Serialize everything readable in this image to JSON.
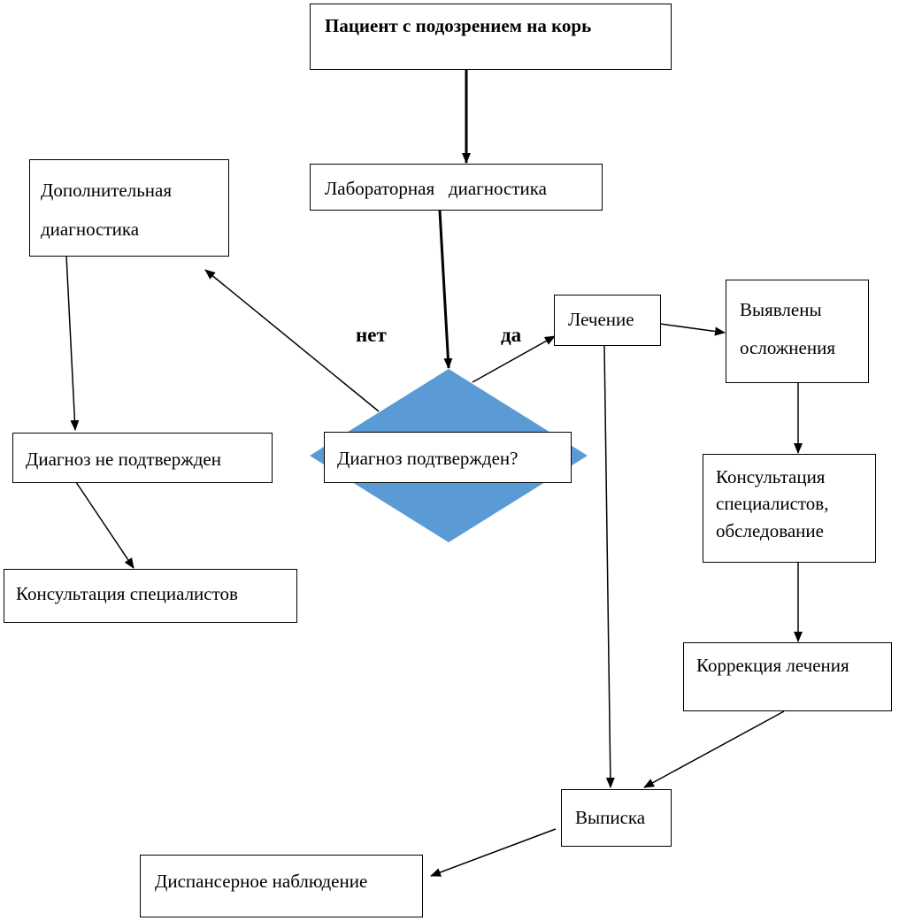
{
  "nodes": {
    "start": "Пациент с подозрением на корь",
    "lab": "Лабораторная   диагностика",
    "decision": "Диагноз подтвержден?",
    "extra_diag": "Дополнительная диагностика",
    "not_confirmed": "Диагноз не подтвержден",
    "consult_left": "Консультация специалистов",
    "treatment": "Лечение",
    "complications": "Выявлены осложнения",
    "consult_right": "Консультация специалистов, обследование",
    "correction": "Коррекция лечения",
    "discharge": "Выписка",
    "followup": "Диспансерное наблюдение"
  },
  "labels": {
    "no": "нет",
    "yes": "да"
  },
  "colors": {
    "diamond_fill": "#5b9bd5",
    "line": "#000000"
  }
}
